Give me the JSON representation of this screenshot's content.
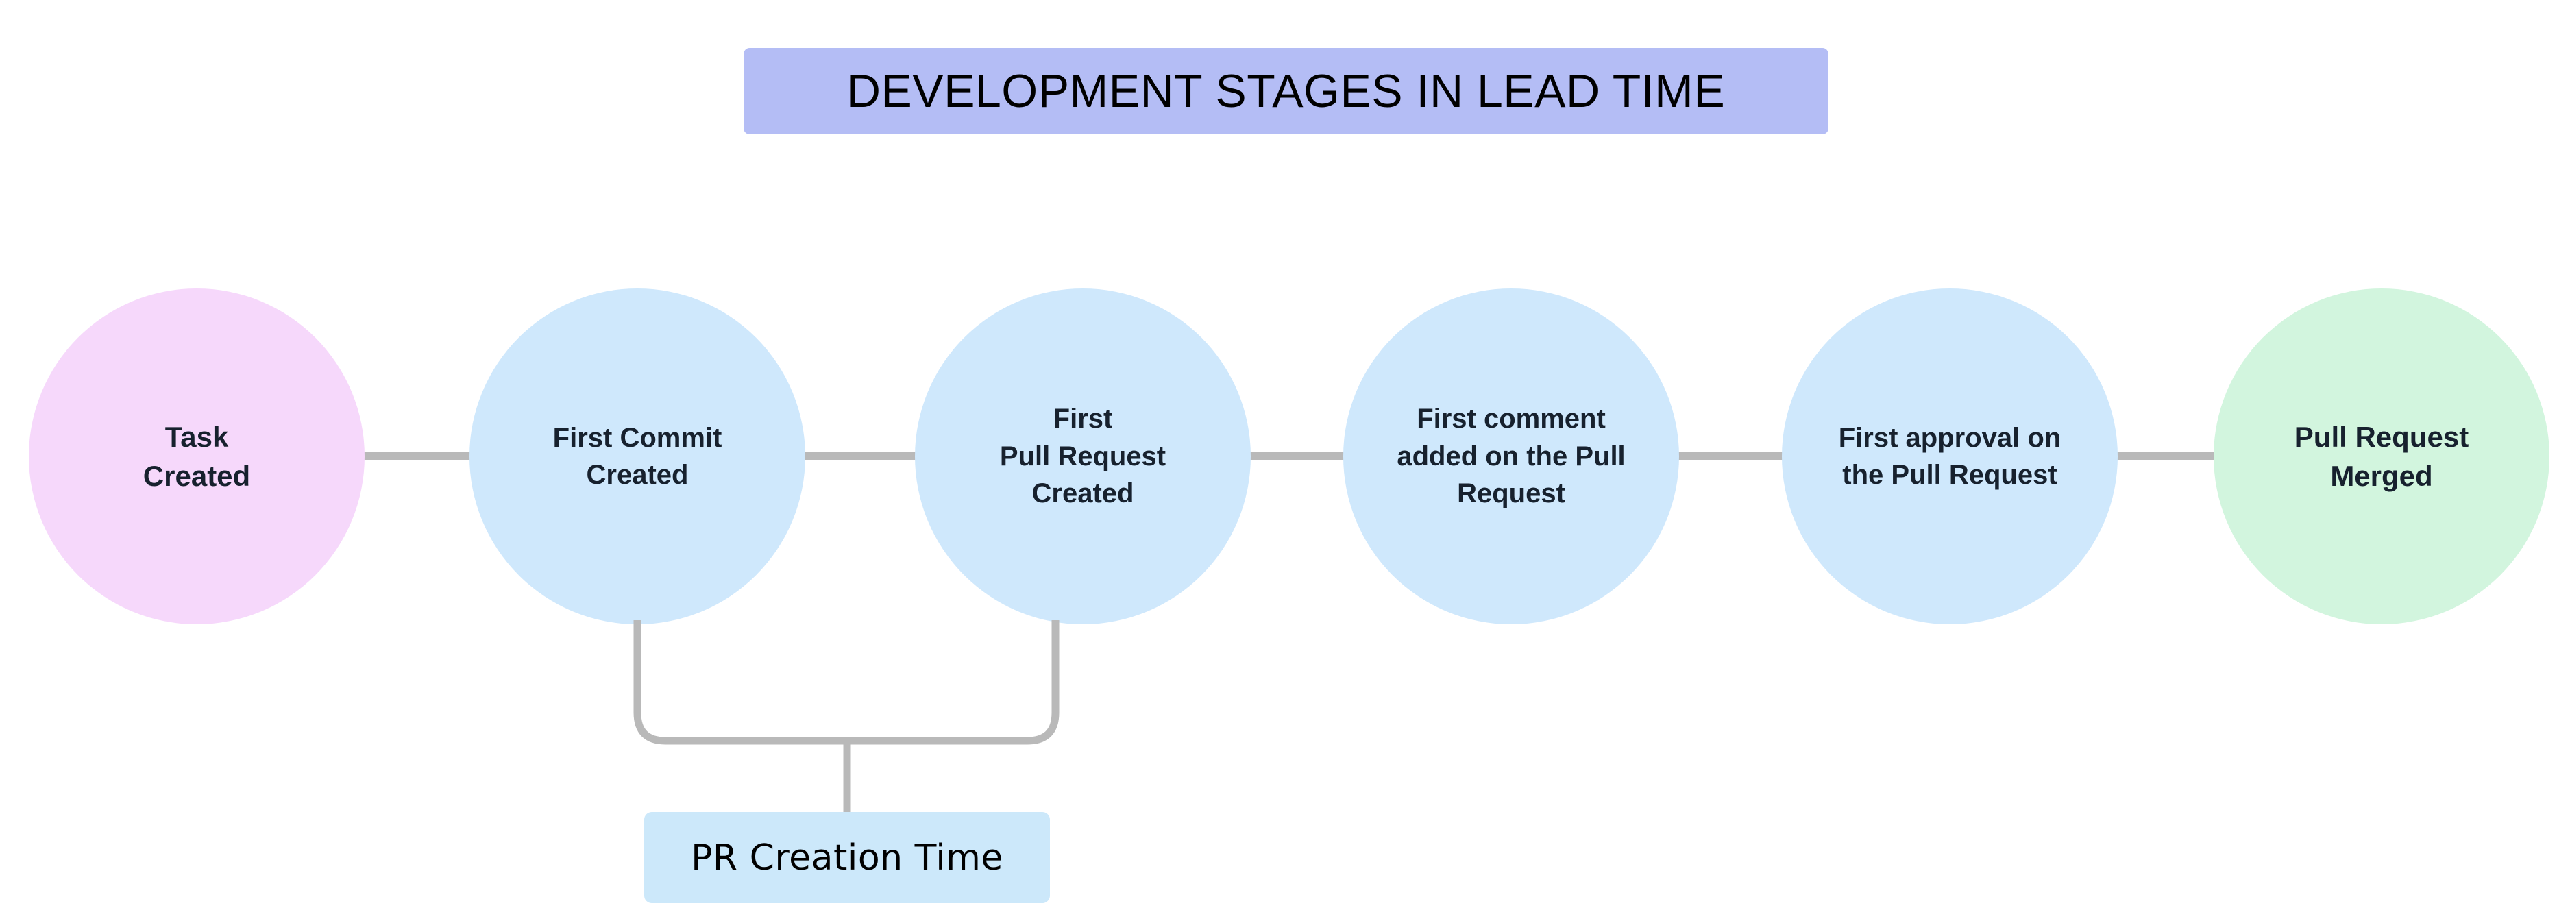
{
  "diagram": {
    "title": "DEVELOPMENT STAGES IN LEAD TIME",
    "title_bg_color": "#b4bdf5",
    "background_color": "#ffffff",
    "connector_color": "#b9b9b9",
    "nodes": [
      {
        "id": "task-created",
        "label": "Task\nCreated",
        "fill": "#f6d8fb",
        "text_color": "#17212e"
      },
      {
        "id": "first-commit-created",
        "label": "First Commit\nCreated",
        "fill": "#cfe8fc",
        "text_color": "#17212e"
      },
      {
        "id": "first-pull-request-created",
        "label": "First\nPull Request\nCreated",
        "fill": "#cfe8fc",
        "text_color": "#17212e"
      },
      {
        "id": "first-comment-added",
        "label": "First comment\nadded on the Pull\nRequest",
        "fill": "#cfe8fc",
        "text_color": "#17212e"
      },
      {
        "id": "first-approval",
        "label": "First approval on\nthe Pull Request",
        "fill": "#cfe8fc",
        "text_color": "#17212e"
      },
      {
        "id": "pull-request-merged",
        "label": "Pull Request\nMerged",
        "fill": "#d2f5de",
        "text_color": "#17212e"
      }
    ],
    "annotation": {
      "label": "PR Creation Time",
      "bg_color": "#cce8fa",
      "text_color": "#000000",
      "spans_from": "first-commit-created",
      "spans_to": "first-pull-request-created"
    }
  }
}
